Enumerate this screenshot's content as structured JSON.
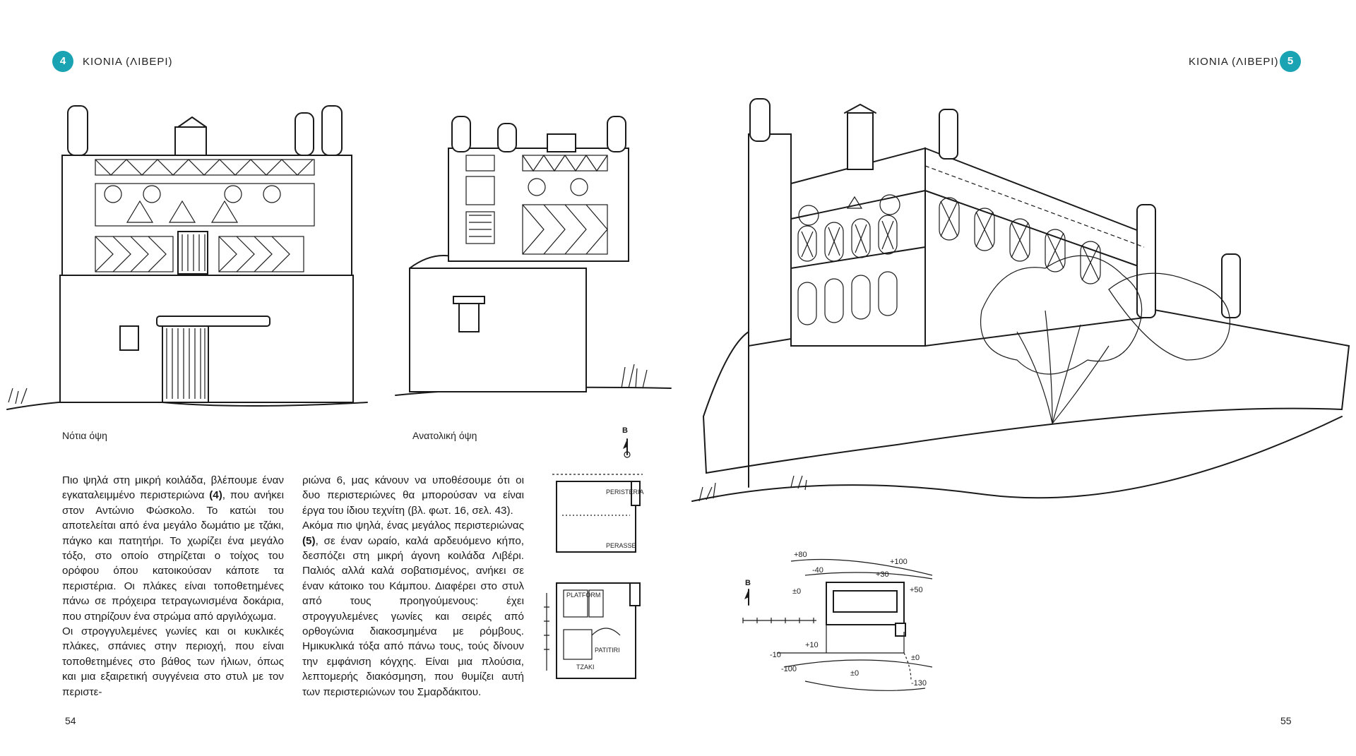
{
  "left_page": {
    "badge": "4",
    "chapter_title": "ΚΙΟΝΙΑ (ΛΙΒΕΡΙ)",
    "page_number": "54",
    "captions": {
      "south": "Νότια όψη",
      "east": "Ανατολική όψη"
    },
    "column1": [
      "Πιο ψηλά στη μικρή κοιλάδα, βλέπουμε έναν εγκαταλειμμένο περιστεριώνα ",
      "(4)",
      ", που ανήκει στον Αντώνιο Φώσκολο. Το κατώι του αποτελείται από ένα μεγάλο δωμάτιο με τζάκι, πάγκο και πατητήρι. Το χωρίζει ένα μεγάλο τόξο, στο οποίο στηρίζεται ο τοίχος του ορόφου όπου κατοικούσαν κάποτε τα περιστέρια. Οι πλάκες είναι τοποθετημένες πάνω σε πρόχειρα τετραγωνισμένα δοκάρια, που στηρίζουν ένα στρώμα από αργιλόχωμα.",
      "Οι στρογγυλεμένες γωνίες και οι κυκλικές πλάκες, σπάνιες στην περιοχή, που είναι τοποθετημένες στο βάθος των ήλιων, όπως και μια εξαιρετική συγγένεια στο στυλ με τον περιστε-"
    ],
    "column2": [
      "ριώνα 6, μας κάνουν να υποθέσουμε ότι οι δυο περιστεριώνες θα μπορούσαν να είναι έργα του ίδιου τεχνίτη (βλ. φωτ. 16, σελ. 43).",
      "Ακόμα πιο ψηλά, ένας μεγάλος περιστεριώνας ",
      "(5)",
      ", σε έναν ωραίο, καλά αρδευόμενο κήπο, δεσπόζει στη μικρή άγονη κοιλάδα Λιβέρι. Παλιός αλλά καλά σοβατισμένος, ανήκει σε έναν κάτοικο του Κάμπου. Διαφέρει στο στυλ από τους προηγούμενους: έχει στρογγυλεμένες γωνίες και σειρές από ορθογώνια διακοσμημένα με ρόμβους. Ημικυκλικά τόξα από πάνω τους, τούς δίνουν την εμφάνιση κόγχης. Είναι μια πλούσια, λεπτομερής διακόσμηση, που θυμίζει αυτή των περιστεριώνων του Σμαρδάκιτου."
    ],
    "north_marker": "B",
    "plan_labels": [
      "PERISTERIA",
      "PERASSE",
      "PLATFORM",
      "PATITIRI",
      "TZAKI"
    ]
  },
  "right_page": {
    "badge": "5",
    "chapter_title": "ΚΙΟΝΙΑ (ΛΙΒΕΡΙ)",
    "page_number": "55",
    "north_marker": "B",
    "plan_dimensions": [
      "+80",
      "-40",
      "+100",
      "+30",
      "+50",
      "±0",
      "-10",
      "+10",
      "-100",
      "±0",
      "±0",
      "-130"
    ]
  },
  "colors": {
    "accent": "#19a3b3",
    "ink": "#1a1a1a"
  }
}
